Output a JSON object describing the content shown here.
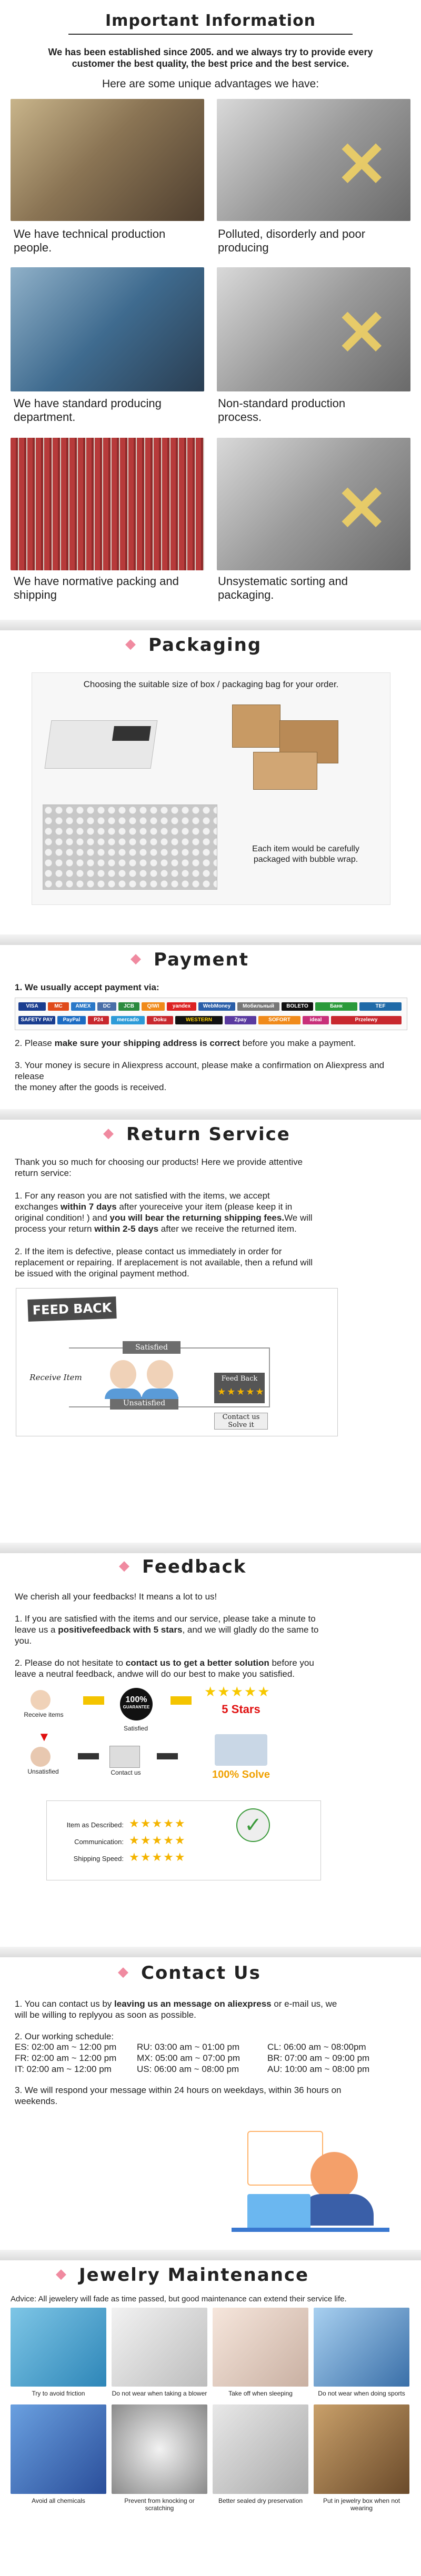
{
  "important": {
    "title": "Important  Information",
    "line1": "We has been established since 2005. and we always try to provide every",
    "line2": "customer the best quality, the best price and the best service.",
    "advantages_intro": "Here are some unique advantages we have:",
    "rows": [
      {
        "good": "We have technical production people.",
        "bad": "Polluted, disorderly and poor producing"
      },
      {
        "good": "We have standard producing department.",
        "bad": "Non-standard production process."
      },
      {
        "good": "We have normative packing and shipping",
        "bad": "Unsystematic sorting and packaging."
      }
    ]
  },
  "packaging": {
    "heading": "Packaging",
    "choose_text": "Choosing the suitable size of box / packaging bag for your order.",
    "bubble_text_1": "Each item would be carefully",
    "bubble_text_2": "packaged with bubble wrap."
  },
  "payment": {
    "heading": "Payment",
    "accept": "1. We usually accept payment via:",
    "logos_row1": [
      "VISA",
      "MC",
      "AMEX",
      "DC",
      "JCB",
      "QIWI",
      "yandex",
      "WebMoney",
      "Мобильный",
      "BOLETO",
      "Банк",
      "TEF"
    ],
    "logos_row2": [
      "SAFETY PAY",
      "PayPal",
      "P24",
      "mercado",
      "Doku",
      "WESTERN",
      "Zpay",
      "SOFORT",
      "ideal",
      "Przelewy"
    ],
    "p2_a": "2. Please ",
    "p2_b": "make sure your shipping address is correct",
    "p2_c": " before you make a payment.",
    "p3": "3. Your money is secure in Aliexpress account, please make a confirmation on Aliexpress and release",
    "p3b": "the money after the goods is received."
  },
  "return": {
    "heading": "Return Service",
    "intro1": "Thank you so much for choosing our products! Here we provide attentive",
    "intro2": "return service:",
    "p1_a": "1. For any reason you are not satisfied with the items, we accept",
    "p1_b": "exchanges ",
    "p1_c": "within 7 days",
    "p1_d": " after youreceive your item (please keep it in",
    "p1_e": "original condition! ) and ",
    "p1_f": "you will bear the returning shipping fees.",
    "p1_g": "We will",
    "p1_h": "process your return ",
    "p1_i": "within 2-5 days",
    "p1_j": " after we receive the returned item.",
    "p2_a": "2. If the item is defective, please contact us immediately in order for",
    "p2_b": "replacement or repairing. If areplacement is not available, then a refund will",
    "p2_c": "be issued with the original payment method.",
    "diagram": {
      "stamp": "FEED BACK",
      "satisfied": "Satisfied",
      "unsatisfied": "Unsatisfied",
      "receive": "Receive Item",
      "feedback": "Feed Back",
      "contact": "Contact us",
      "solve": "Solve it"
    }
  },
  "feedback": {
    "heading": "Feedback",
    "intro": "We cherish all your feedbacks! It means a lot to us!",
    "p1_a": "1. If you are satisfied with the items and our service, please take a minute to",
    "p1_b": "leave us a ",
    "p1_c": "positivefeedback with 5 stars",
    "p1_d": ", and we will gladly do the same to",
    "p1_e": "you.",
    "p2_a": "2. Please do not hesitate to ",
    "p2_b": "contact us to get a better solution",
    "p2_c": " before you",
    "p2_d": "leave a neutral feedback, andwe will do our best to make you satisfied.",
    "graphic": {
      "receive": "Receive items",
      "satisfied": "Satisfied",
      "unsatisfied": "Unsatisfied",
      "contact": "Contact us",
      "five_stars": "5 Stars",
      "solve": "100% Solve",
      "guarantee": "100%",
      "guarantee_sub": "GUARANTEE",
      "item_as_described": "Item as Described:",
      "communication": "Communication:",
      "shipping_speed": "Shipping Speed:"
    }
  },
  "contact": {
    "heading": "Contact Us",
    "p1_a": "1. You can contact us by ",
    "p1_b": "leaving us an message on aliexpress",
    "p1_c": " or e-mail us, we",
    "p1_d": "will be willing to replyyou as soon as possible.",
    "schedule_title": "2. Our working schedule:",
    "schedule": [
      [
        "ES: 02:00 am ~ 12:00 pm",
        "RU: 03:00 am ~ 01:00 pm",
        "CL: 06:00 am ~ 08:00pm"
      ],
      [
        "FR: 02:00 am ~ 12:00 pm",
        "MX: 05:00 am ~ 07:00 pm",
        "BR: 07:00 am ~ 09:00 pm"
      ],
      [
        "IT: 02:00 am ~ 12:00 pm",
        "US: 06:00 am ~ 08:00 pm",
        "AU: 10:00 am ~ 08:00 pm"
      ]
    ],
    "p3_a": "3. We will respond your message within 24 hours on weekdays, within 36 hours on",
    "p3_b": "weekends."
  },
  "jewelry": {
    "heading": "Jewelry Maintenance",
    "advice": "Advice: All jewelery will fade as time passed,  but good maintenance can extend their service life.",
    "tips": [
      "Try to avoid friction",
      "Do not wear when taking a blower",
      "Take off when sleeping",
      "Do not wear when doing sports",
      "Avoid all chemicals",
      "Prevent from knocking or scratching",
      "Better sealed dry preservation",
      "Put in jewelry box when not wearing"
    ]
  },
  "colors": {
    "gem": "#f08aa0",
    "accent_star": "#f4b400",
    "stamp": "#4a4a4a"
  }
}
